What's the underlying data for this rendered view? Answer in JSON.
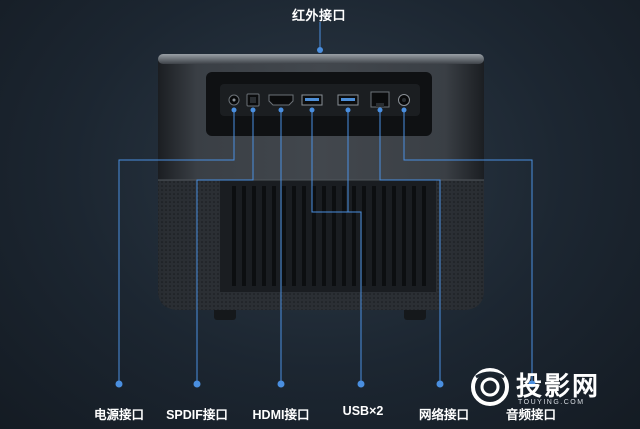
{
  "top_label": "红外接口",
  "ports": [
    {
      "label": "电源接口"
    },
    {
      "label": "SPDIF接口"
    },
    {
      "label": "HDMI接口"
    },
    {
      "label": "USB×2"
    },
    {
      "label": "网络接口"
    },
    {
      "label": "音频接口"
    }
  ],
  "brand": {
    "name": "投影网",
    "url": "TOUYING.COM",
    "icon": "projector-lens-logo-icon"
  },
  "colors": {
    "background": "#1c2631",
    "callout_line": "#4a8fe0",
    "device_body": "#2e3237",
    "label_text": "#ffffff"
  }
}
